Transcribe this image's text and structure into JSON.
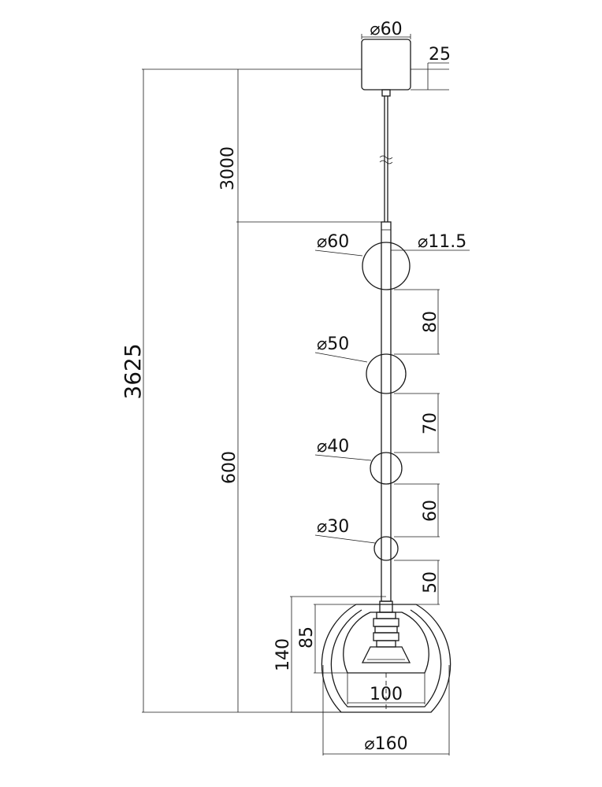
{
  "diagram": {
    "dimensions": {
      "canopy_diameter": "⌀60",
      "canopy_height": "25",
      "cable_length": "3000",
      "total_height": "3625",
      "rod_length": "600",
      "rod_diameter": "⌀11.5",
      "ball1_diameter": "⌀60",
      "ball2_diameter": "⌀50",
      "ball3_diameter": "⌀40",
      "ball4_diameter": "⌀30",
      "gap1": "80",
      "gap2": "70",
      "gap3": "60",
      "gap4": "50",
      "shade_height": "140",
      "inner_height": "85",
      "inner_width": "100",
      "shade_diameter": "⌀160"
    }
  }
}
